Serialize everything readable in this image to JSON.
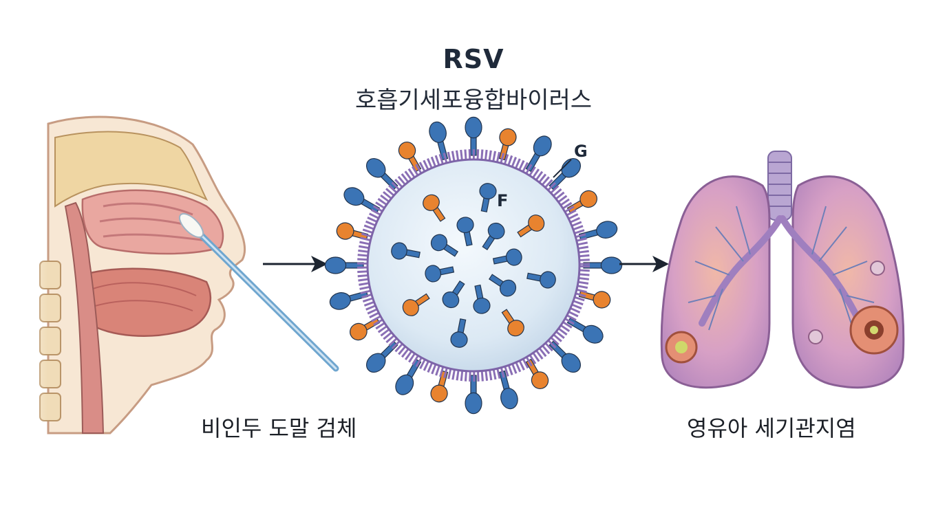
{
  "title": "RSV",
  "subtitle": "호흡기세포융합바이러스",
  "captions": {
    "left": "비인두 도말 검체",
    "right": "영유아 세기관지염"
  },
  "labels": {
    "g": "G",
    "f": "F"
  },
  "colors": {
    "f_protein": "#3b74b5",
    "g_protein": "#e8832f",
    "virus_membrane": "#8a6fb5",
    "virus_core": "#dbe9f5",
    "lung": "#c89ac8",
    "tissue": "#e8a08c"
  },
  "icons": [
    "nasal-swab-icon",
    "rsv-virion-icon",
    "infected-lungs-icon",
    "arrow-right-icon"
  ]
}
